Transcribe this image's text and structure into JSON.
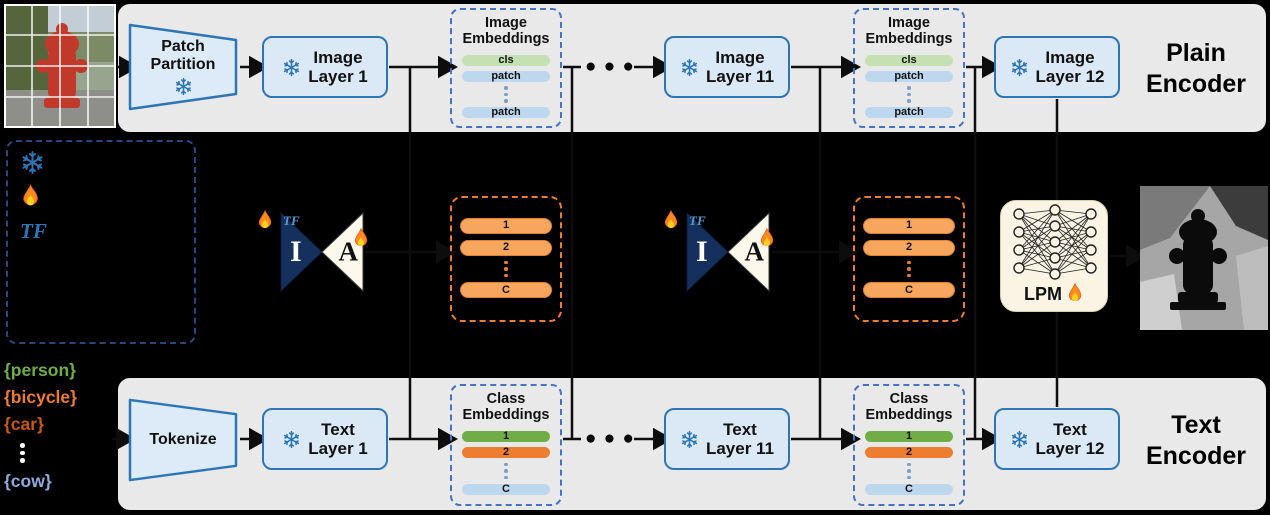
{
  "plain_encoder": {
    "band_label": "Plain\nEncoder",
    "patch_partition_label": "Patch\nPartition",
    "layers": [
      {
        "label": "Image\nLayer 1"
      },
      {
        "label": "Image\nLayer 11"
      },
      {
        "label": "Image\nLayer 12"
      }
    ],
    "embeddings": {
      "title": "Image\nEmbeddings",
      "bars": [
        "cls",
        "patch",
        "patch"
      ],
      "bar_colors": [
        "#c5e0b3",
        "#bdd7ee",
        "#bdd7ee"
      ]
    }
  },
  "text_encoder": {
    "band_label": "Text\nEncoder",
    "tokenize_label": "Tokenize",
    "layers": [
      {
        "label": "Text\nLayer 1"
      },
      {
        "label": "Text\nLayer 11"
      },
      {
        "label": "Text\nLayer 12"
      }
    ],
    "embeddings": {
      "title": "Class\nEmbeddings",
      "bars": [
        "1",
        "2",
        "C"
      ],
      "bar_colors": [
        "#70ad47",
        "#ed7d31",
        "#bdd7ee"
      ]
    },
    "classes": [
      {
        "label": "{person}",
        "color": "#70ad47"
      },
      {
        "label": "{bicycle}",
        "color": "#ed7d31"
      },
      {
        "label": "{car}",
        "color": "#c55a11"
      },
      {
        "label": "{cow}",
        "color": "#8faadc"
      }
    ]
  },
  "adapter": {
    "tf_label": "TF",
    "image_letter": "I",
    "adapter_letter": "A",
    "fused_bars": [
      "1",
      "2",
      "C"
    ],
    "fused_bar_color": "#f6a75d"
  },
  "legend": {
    "tf_label": "TF"
  },
  "lpm": {
    "label": "LPM"
  },
  "ellipsis": "● ● ●",
  "colors": {
    "frozen_blue": "#2e75b6",
    "fire_orange": "#ed7d31",
    "band_gray": "#e9e9e9"
  }
}
